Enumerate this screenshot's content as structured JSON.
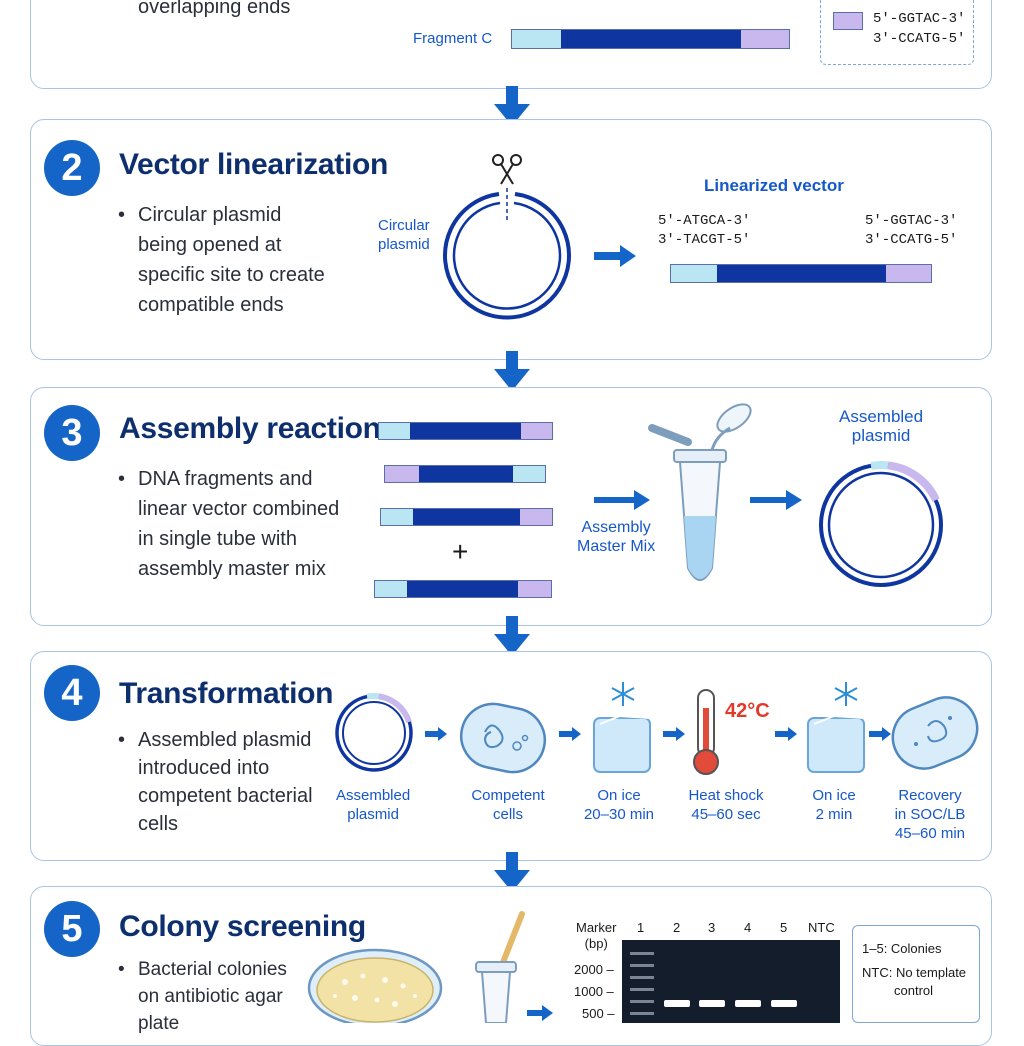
{
  "colors": {
    "accent": "#1565c9",
    "dark_navy": "#0f35a0",
    "light_cyan": "#b9e6f2",
    "lavender": "#c8b8ee",
    "border": "#a9c4e6"
  },
  "step1": {
    "bullet_tail": "overlapping ends",
    "fragment_label": "Fragment C",
    "legend_seq_top": "5′-GGTAC-3′",
    "legend_seq_bottom": "3′-CCATG-5′"
  },
  "step2": {
    "number": "2",
    "title": "Vector linearization",
    "bullet": "Circular plasmid being opened at specific site to create compatible ends",
    "bullet_lines": [
      "Circular plasmid",
      "being opened at",
      "specific site to create",
      "compatible ends"
    ],
    "circular_label": [
      "Circular",
      "plasmid"
    ],
    "linearized_label": "Linearized vector",
    "left_seq": [
      "5′-ATGCA-3′",
      "3′-TACGT-5′"
    ],
    "right_seq": [
      "5′-GGTAC-3′",
      "3′-CCATG-5′"
    ],
    "icons": [
      "scissors-icon",
      "arrow-right-icon"
    ]
  },
  "step3": {
    "number": "3",
    "title": "Assembly reaction",
    "bullet_lines": [
      "DNA fragments and",
      "linear vector combined",
      "in single tube with",
      "assembly master mix"
    ],
    "plus": "+",
    "master_mix_label": [
      "Assembly",
      "Master Mix"
    ],
    "assembled_label": [
      "Assembled",
      "plasmid"
    ],
    "icons": [
      "tube-icon",
      "arrow-right-icon"
    ]
  },
  "step4": {
    "number": "4",
    "title": "Transformation",
    "bullet_lines": [
      "Assembled plasmid",
      "introduced into",
      "competent bacterial",
      "cells"
    ],
    "temp": "42°C",
    "steps": [
      {
        "lines": [
          "Assembled",
          "plasmid"
        ],
        "icon": "plasmid-icon"
      },
      {
        "lines": [
          "Competent",
          "cells"
        ],
        "icon": "bacterium-icon"
      },
      {
        "lines": [
          "On ice",
          "20–30 min"
        ],
        "icon": "ice-cube-icon"
      },
      {
        "lines": [
          "Heat shock",
          "45–60 sec"
        ],
        "icon": "thermometer-icon"
      },
      {
        "lines": [
          "On ice",
          "2 min"
        ],
        "icon": "ice-cube-icon"
      },
      {
        "lines": [
          "Recovery",
          "in SOC/LB",
          "45–60 min"
        ],
        "icon": "bacterium-icon"
      }
    ]
  },
  "step5": {
    "number": "5",
    "title": "Colony screening",
    "bullet_lines": [
      "Bacterial colonies",
      "on antibiotic agar",
      "plate"
    ],
    "gel": {
      "marker_label": [
        "Marker",
        "(bp)"
      ],
      "lanes": [
        "1",
        "2",
        "3",
        "4",
        "5",
        "NTC"
      ],
      "size_labels": [
        "2000 –",
        "1000 –",
        "500 –"
      ]
    },
    "legend": [
      "1–5: Colonies",
      "NTC: No template",
      "control"
    ],
    "icons": [
      "petri-dish-icon",
      "pcr-tube-icon",
      "gel-image"
    ]
  }
}
